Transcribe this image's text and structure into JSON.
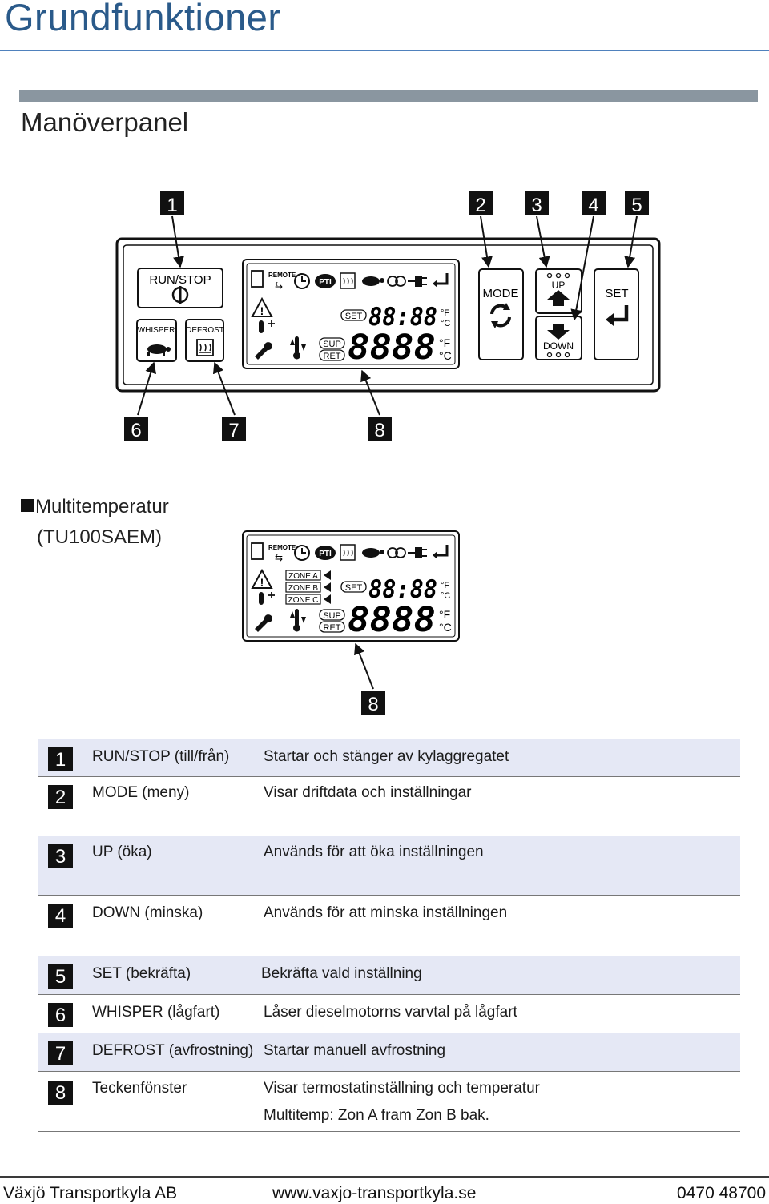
{
  "page": {
    "title": "Grundfunktioner",
    "section_title": "Manöverpanel"
  },
  "panel": {
    "callouts": [
      "1",
      "2",
      "3",
      "4",
      "5",
      "6",
      "7",
      "8"
    ],
    "run_stop_label": "RUN/STOP",
    "whisper_label": "WHISPER",
    "defrost_label": "DEFROST",
    "mode_label": "MODE",
    "up_label": "UP",
    "down_label": "DOWN",
    "set_label": "SET",
    "lcd": {
      "remote_label": "REMOTE",
      "pti_label": "PTI",
      "set_tag": "SET",
      "sup_tag": "SUP",
      "ret_tag": "RET",
      "upper_digits": "88:88",
      "lower_digits": "8888",
      "unit_f": "°F",
      "unit_c": "°C"
    }
  },
  "multi": {
    "title_line1": "Multitemperatur",
    "title_line2": "(TU100SAEM)",
    "zones": [
      "ZONE A",
      "ZONE B",
      "ZONE C"
    ],
    "callout": "8"
  },
  "legend": [
    {
      "num": "1",
      "label": "RUN/STOP (till/från)",
      "desc": [
        "Startar och stänger av kylaggregatet"
      ],
      "shaded": true
    },
    {
      "num": "2",
      "label": "MODE (meny)",
      "desc": [
        "Visar driftdata och inställningar"
      ],
      "shaded": false
    },
    {
      "num": "3",
      "label": "UP (öka)",
      "desc": [
        "Används för att öka inställningen"
      ],
      "shaded": true
    },
    {
      "num": "4",
      "label": "DOWN (minska)",
      "desc": [
        "Används för att minska inställningen"
      ],
      "shaded": false
    },
    {
      "num": "5",
      "label": "SET (bekräfta)",
      "desc": [
        "Bekräfta vald inställning"
      ],
      "shaded": true
    },
    {
      "num": "6",
      "label": "WHISPER (lågfart)",
      "desc": [
        "Låser dieselmotorns varvtal på lågfart"
      ],
      "shaded": false
    },
    {
      "num": "7",
      "label": "DEFROST (avfrostning)",
      "desc": [
        "Startar manuell avfrostning"
      ],
      "shaded": true
    },
    {
      "num": "8",
      "label": "Teckenfönster",
      "desc": [
        "Visar termostatinställning och temperatur",
        "Multitemp: Zon A fram Zon B bak."
      ],
      "shaded": false
    }
  ],
  "footer": {
    "company": "Växjö Transportkyla AB",
    "website": "www.vaxjo-transportkyla.se",
    "phone": "0470 48700"
  }
}
